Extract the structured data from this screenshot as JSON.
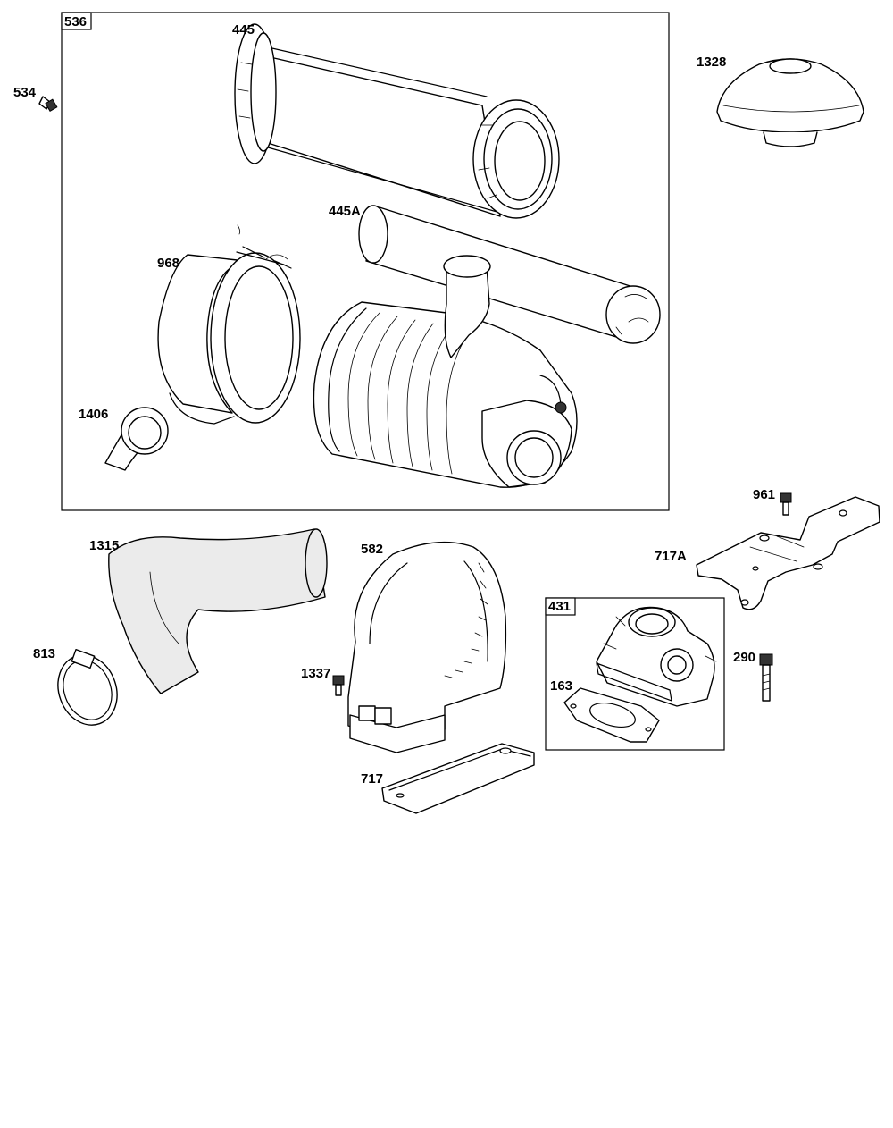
{
  "callouts": {
    "c536": "536",
    "c445": "445",
    "c534": "534",
    "c1328": "1328",
    "c445A": "445A",
    "c968": "968",
    "c1406": "1406",
    "c961": "961",
    "c1315": "1315",
    "c582": "582",
    "c717A": "717A",
    "c431": "431",
    "c813": "813",
    "c290": "290",
    "c1337": "1337",
    "c163": "163",
    "c717": "717"
  }
}
